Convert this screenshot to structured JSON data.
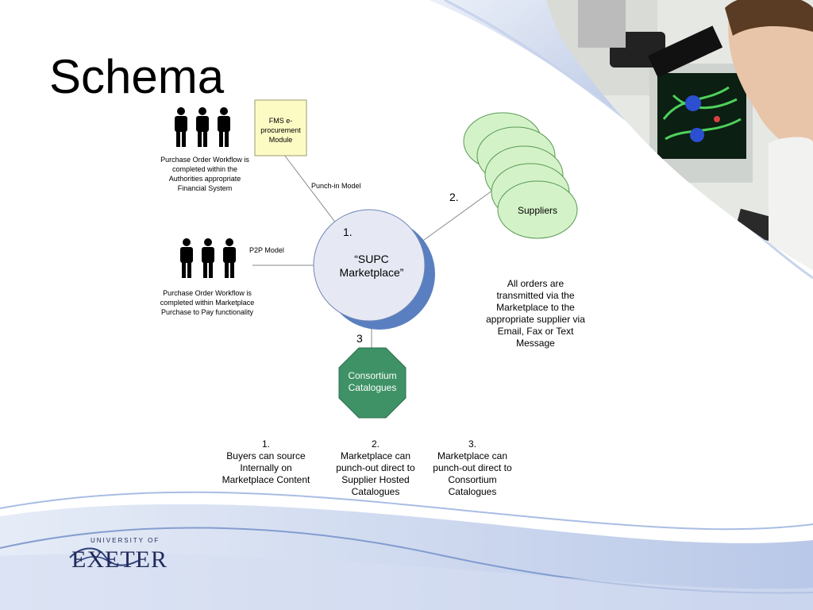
{
  "slide": {
    "title": "Schema"
  },
  "diagram": {
    "fms_module": "FMS e-procurement Module",
    "punch_in_label": "Punch-in Model",
    "p2p_label": "P2P Model",
    "buyers_top_caption": "Purchase Order Workflow is completed within the Authorities appropriate Financial System",
    "buyers_mid_caption": "Purchase Order Workflow is completed within Marketplace Purchase to Pay functionality",
    "marketplace_num": "1.",
    "marketplace_label": "“SUPC Marketplace”",
    "suppliers_num": "2.",
    "suppliers_label": "Suppliers",
    "consortium_num": "3",
    "consortium_label": "Consortium Catalogues",
    "orders_note": "All orders are transmitted via the Marketplace to the appropriate supplier via Email, Fax or Text Message"
  },
  "notes": [
    {
      "num": "1.",
      "text": "Buyers can source Internally on Marketplace Content"
    },
    {
      "num": "2.",
      "text": "Marketplace can punch-out direct to Supplier Hosted Catalogues"
    },
    {
      "num": "3.",
      "text": "Marketplace can punch-out direct to Consortium Catalogues"
    }
  ],
  "logo": {
    "line1": "UNIVERSITY OF",
    "line2": "EXETER"
  },
  "colors": {
    "marketplace_fill": "#e6e9f4",
    "marketplace_shadow": "#5a7fc0",
    "supplier_fill": "#d4f2c8",
    "consortium_fill": "#3f9266",
    "fms_fill": "#fdfbc4",
    "wave_blue": "#9fb3dc",
    "logo_navy": "#1f2a5a"
  }
}
